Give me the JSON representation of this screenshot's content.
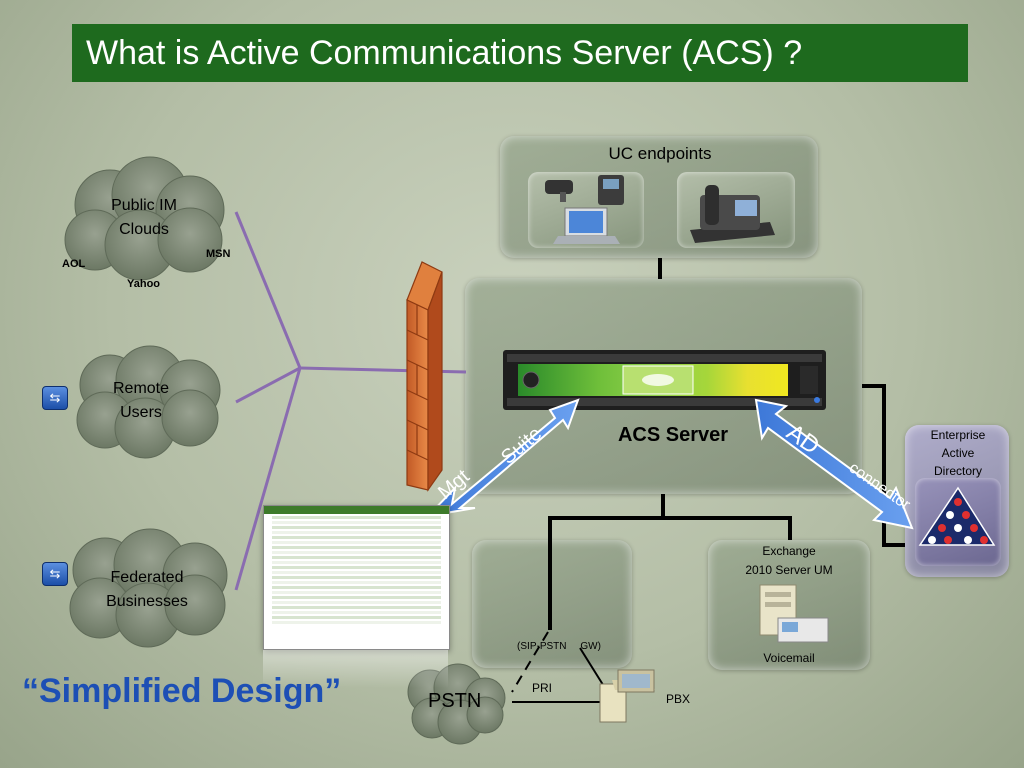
{
  "title": "What is Active Communications Server (ACS) ?",
  "clouds": {
    "public_im": "Public IM Clouds",
    "remote_users": "Remote Users",
    "federated": "Federated Businesses",
    "pstn": "PSTN"
  },
  "im_providers": {
    "aol": "AOL",
    "msn": "MSN",
    "yahoo": "Yahoo"
  },
  "uc_endpoints": "UC endpoints",
  "acs_server": "ACS Server",
  "mgt_label": "Mgt",
  "suite_label": "Suite",
  "ad_label": "AD",
  "connector_label": "connector",
  "enterprise_ad": "Enterprise Active Directory",
  "exchange": {
    "title_line1": "Exchange",
    "title_line2": "2010 Server UM",
    "voicemail": "Voicemail"
  },
  "gateway": "(SIP-PSTN     GW)",
  "pri": "PRI",
  "pbx": "PBX",
  "tagline": "“Simplified Design”",
  "colors": {
    "title_bg": "#1e6a1e",
    "accent_blue": "#1d4fb5",
    "link_purple": "#8a6cb0"
  }
}
